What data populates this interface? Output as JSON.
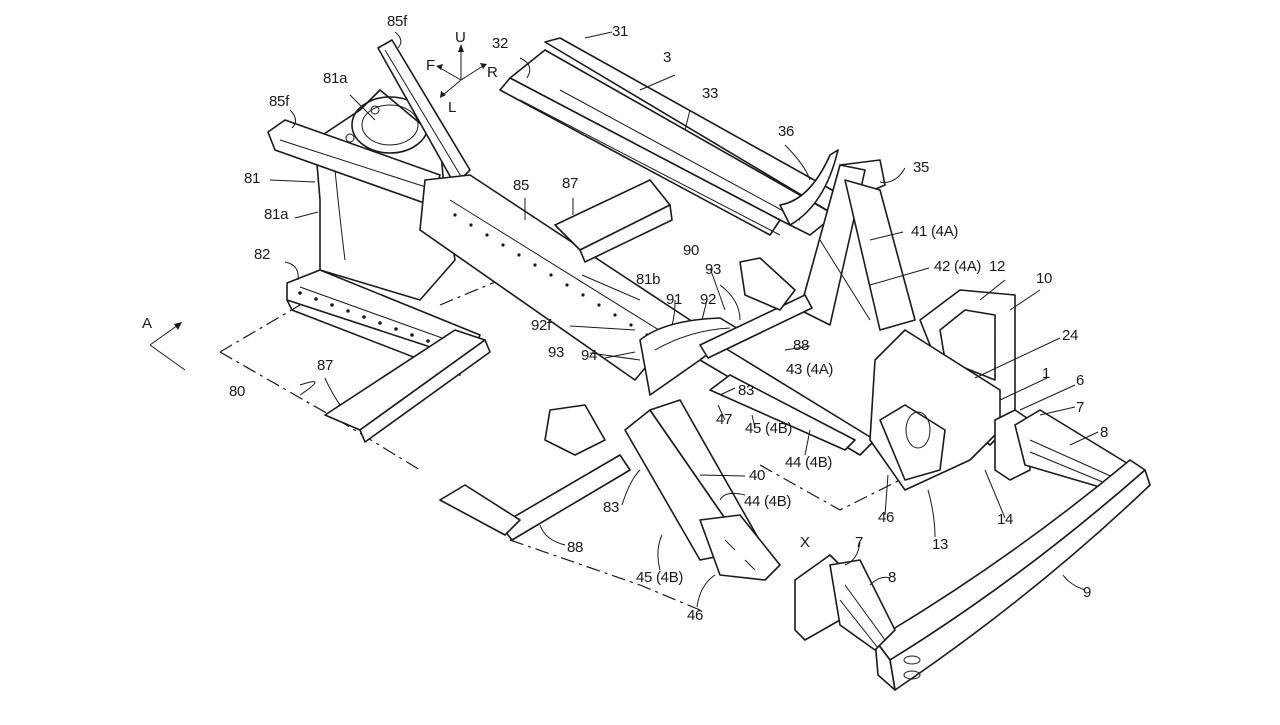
{
  "figure": {
    "title": "Vehicle front body structure — perspective patent drawing",
    "background": "#ffffff",
    "line_color": "#1a1a1a"
  },
  "direction_indicator": {
    "up": "U",
    "front": "F",
    "rear": "R",
    "left": "L"
  },
  "view_arrow": {
    "label": "A"
  },
  "section_mark": {
    "label": "X"
  },
  "labels": {
    "l85f_top": "85f",
    "l85f_left": "85f",
    "l81a_top": "81a",
    "l81": "81",
    "l81a_mid": "81a",
    "l82": "82",
    "l80": "80",
    "l87_lower": "87",
    "l87_upper": "87",
    "l85": "85",
    "l32": "32",
    "l31": "31",
    "l3": "3",
    "l33": "33",
    "l36": "36",
    "l35": "35",
    "l41": "41 (4A)",
    "l42": "42 (4A)",
    "l12": "12",
    "l10": "10",
    "l24": "24",
    "l1": "1",
    "l6": "6",
    "l7_upper": "7",
    "l8_upper": "8",
    "l90": "90",
    "l93_upper": "93",
    "l81b": "81b",
    "l91": "91",
    "l92": "92",
    "l92f": "92f",
    "l93_lower": "93",
    "l94": "94",
    "l88_upper": "88",
    "l43": "43 (4A)",
    "l83_upper": "83",
    "l47": "47",
    "l45_upper": "45 (4B)",
    "l44_upper": "44 (4B)",
    "l40": "40",
    "l44_lower": "44 (4B)",
    "l83_lower": "83",
    "l88_lower": "88",
    "l45_lower": "45 (4B)",
    "l46_lower": "46",
    "l46_upper": "46",
    "l13": "13",
    "l14": "14",
    "l7_lower": "7",
    "l8_lower": "8",
    "l9": "9"
  }
}
